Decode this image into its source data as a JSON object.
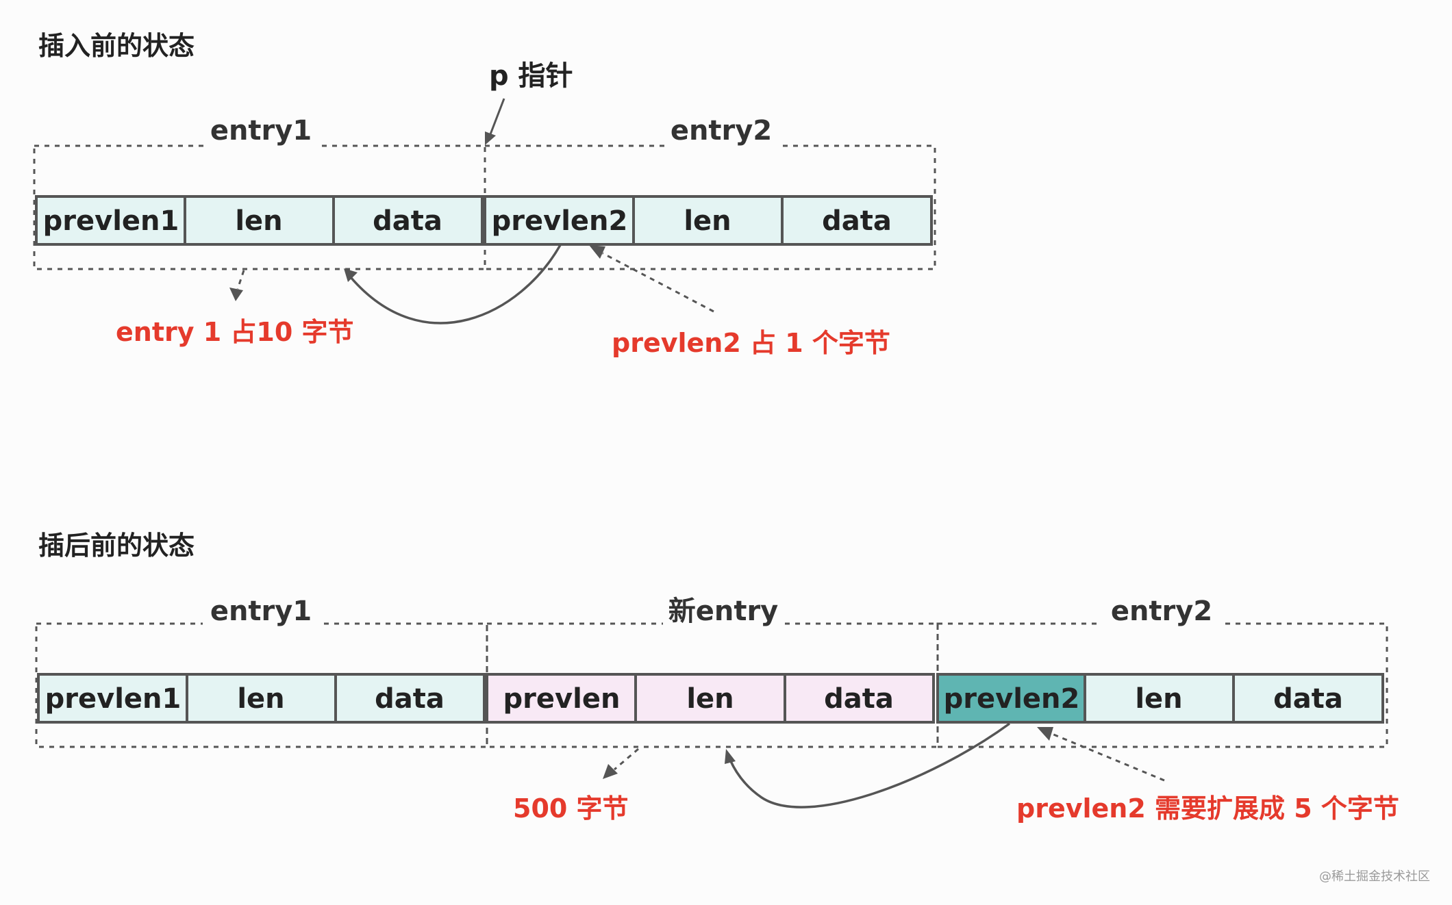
{
  "colors": {
    "before_cell_fill": "#e4f4f3",
    "new_entry_fill": "#f8e9f5",
    "expanded_prevlen_fill": "#5fb5b2",
    "note_red": "#e53a2c",
    "line_gray": "#555555"
  },
  "before": {
    "heading": "插入前的状态",
    "pointer_label": "p 指针",
    "entry1_label": "entry1",
    "entry2_label": "entry2",
    "cells": [
      "prevlen1",
      "len",
      "data",
      "prevlen2",
      "len",
      "data"
    ],
    "note_entry1": "entry 1 占10 字节",
    "note_prevlen2": "prevlen2 占 1 个字节"
  },
  "after": {
    "heading": "插后前的状态",
    "entry1_label": "entry1",
    "new_entry_label": "新entry",
    "entry2_label": "entry2",
    "cells": [
      "prevlen1",
      "len",
      "data",
      "prevlen",
      "len",
      "data",
      "prevlen2",
      "len",
      "data"
    ],
    "note_new_entry": "500 字节",
    "note_prevlen2": "prevlen2 需要扩展成 5 个字节"
  },
  "watermark": "@稀土掘金技术社区"
}
